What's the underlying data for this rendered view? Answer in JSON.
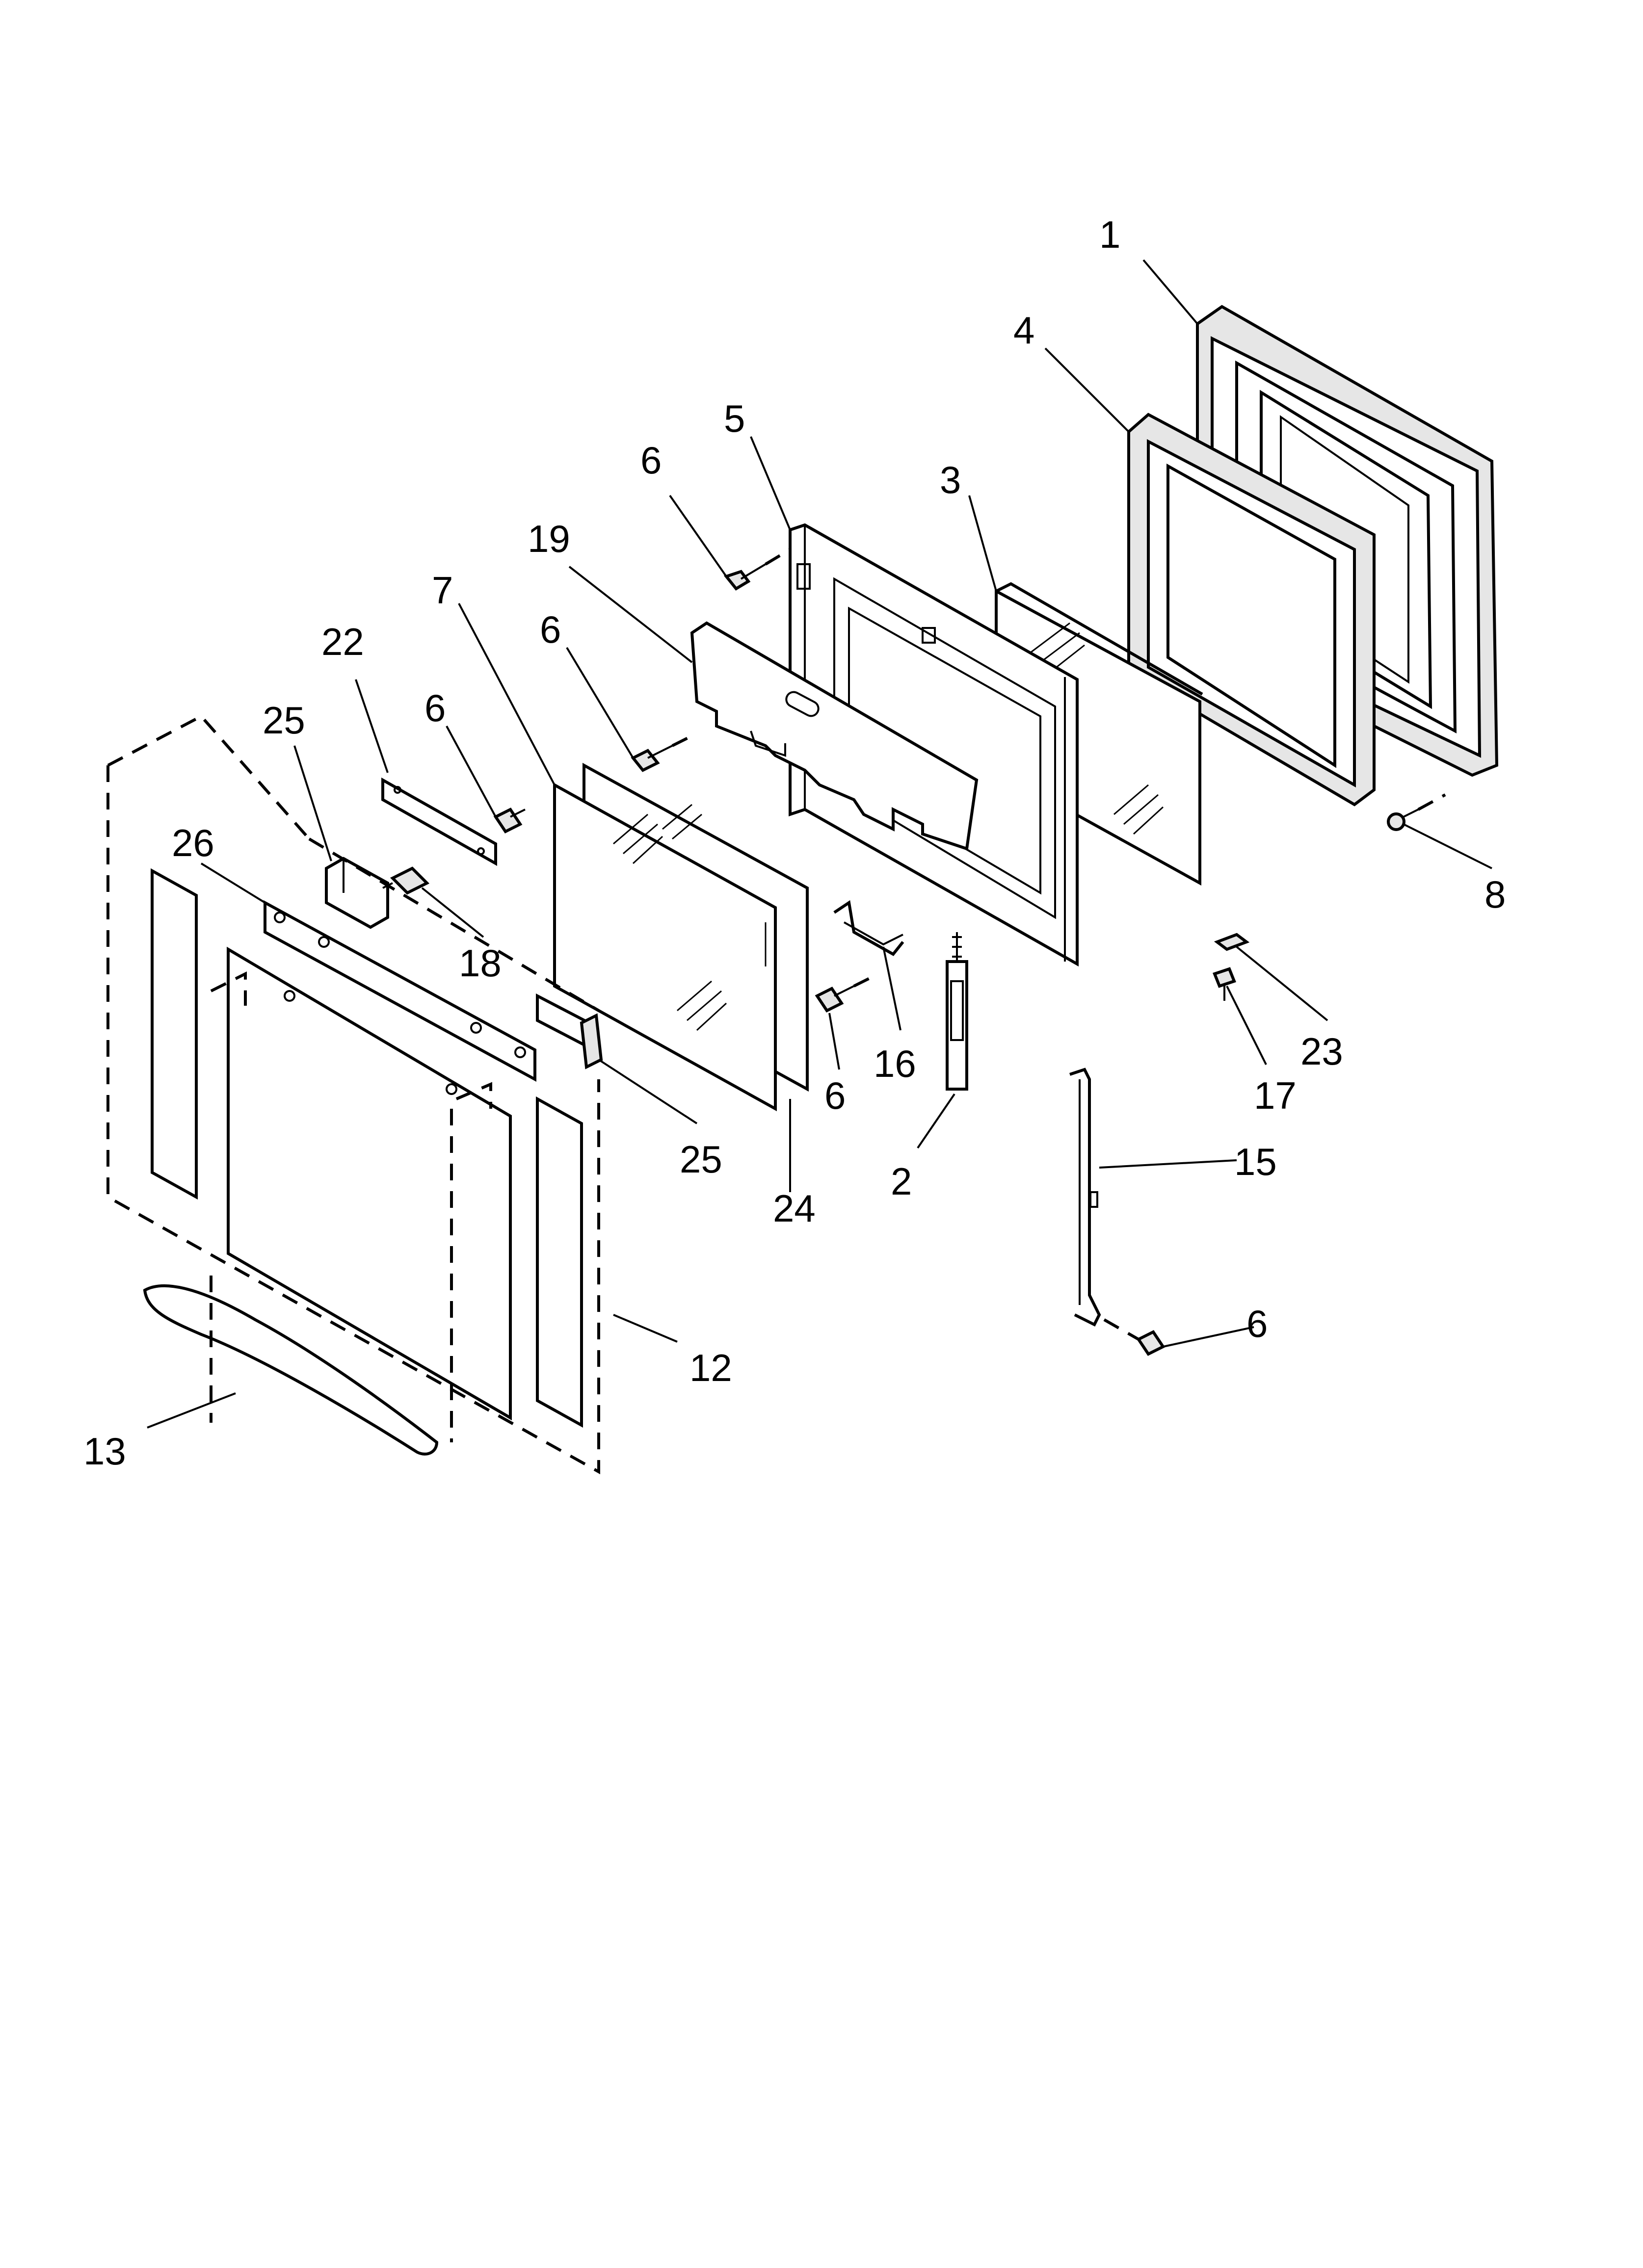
{
  "diagram": {
    "callouts": [
      {
        "id": "c1",
        "label": "1"
      },
      {
        "id": "c4",
        "label": "4"
      },
      {
        "id": "c5",
        "label": "5"
      },
      {
        "id": "c6a",
        "label": "6"
      },
      {
        "id": "c3",
        "label": "3"
      },
      {
        "id": "c19",
        "label": "19"
      },
      {
        "id": "c7",
        "label": "7"
      },
      {
        "id": "c6b",
        "label": "6"
      },
      {
        "id": "c22",
        "label": "22"
      },
      {
        "id": "c6c",
        "label": "6"
      },
      {
        "id": "c25a",
        "label": "25"
      },
      {
        "id": "c26",
        "label": "26"
      },
      {
        "id": "c18",
        "label": "18"
      },
      {
        "id": "c8",
        "label": "8"
      },
      {
        "id": "c23",
        "label": "23"
      },
      {
        "id": "c17",
        "label": "17"
      },
      {
        "id": "c16",
        "label": "16"
      },
      {
        "id": "c6d",
        "label": "6"
      },
      {
        "id": "c25b",
        "label": "25"
      },
      {
        "id": "c24",
        "label": "24"
      },
      {
        "id": "c2",
        "label": "2"
      },
      {
        "id": "c15",
        "label": "15"
      },
      {
        "id": "c6e",
        "label": "6"
      },
      {
        "id": "c12",
        "label": "12"
      },
      {
        "id": "c13",
        "label": "13"
      }
    ]
  }
}
